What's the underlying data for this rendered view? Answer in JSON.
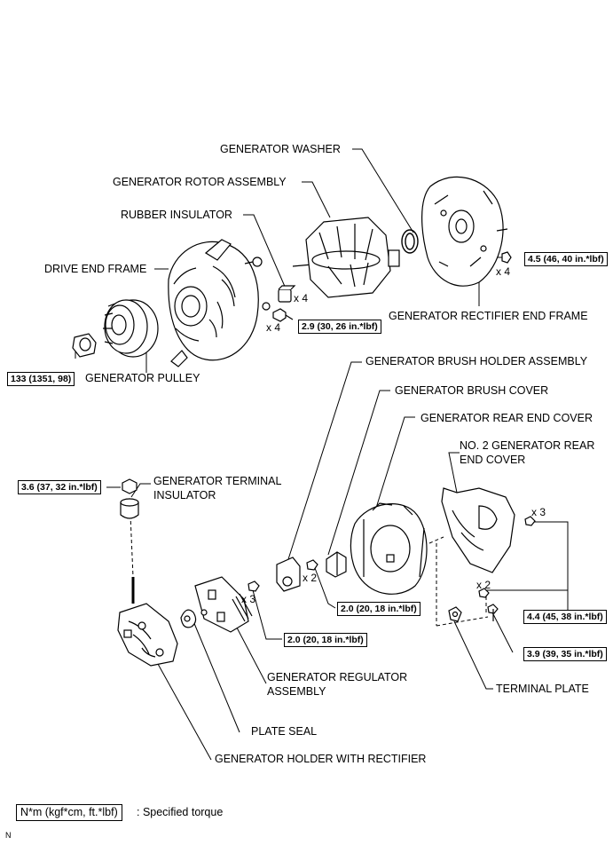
{
  "labels": {
    "generator_washer": "GENERATOR WASHER",
    "generator_rotor_assembly": "GENERATOR ROTOR ASSEMBLY",
    "rubber_insulator": "RUBBER INSULATOR",
    "drive_end_frame": "DRIVE END FRAME",
    "generator_rectifier_end_frame": "GENERATOR RECTIFIER END FRAME",
    "generator_pulley": "GENERATOR PULLEY",
    "generator_brush_holder_assembly": "GENERATOR BRUSH HOLDER ASSEMBLY",
    "generator_brush_cover": "GENERATOR BRUSH COVER",
    "generator_rear_end_cover": "GENERATOR REAR END COVER",
    "no2_rear_end_cover_line1": "NO. 2 GENERATOR REAR",
    "no2_rear_end_cover_line2": "END COVER",
    "terminal_insulator_line1": "GENERATOR TERMINAL",
    "terminal_insulator_line2": "INSULATOR",
    "regulator_line1": "GENERATOR REGULATOR",
    "regulator_line2": "ASSEMBLY",
    "terminal_plate": "TERMINAL PLATE",
    "plate_seal": "PLATE SEAL",
    "holder_with_rectifier": "GENERATOR HOLDER WITH RECTIFIER"
  },
  "torques": {
    "rectifier_end_frame": "4.5 (46, 40 in.*lbf)",
    "rubber_insulator_bolt": "2.9 (30, 26 in.*lbf)",
    "pulley_nut": "133 (1351, 98)",
    "terminal_insulator_nut": "3.6 (37, 32 in.*lbf)",
    "brush_holder": "2.0 (20, 18 in.*lbf)",
    "regulator": "2.0 (20, 18 in.*lbf)",
    "rear_cover": "4.4 (45, 38 in.*lbf)",
    "terminal_plate": "3.9 (39, 35 in.*lbf)"
  },
  "multipliers": {
    "rubber_insulator": "x 4",
    "drive_end_bolt": "x 4",
    "rectifier_end_frame": "x 4",
    "brush_holder": "x 2",
    "regulator": "x 3",
    "rear_cover_nut": "x 3",
    "terminal_plate_nut": "x 2"
  },
  "legend": {
    "box_text": "N*m (kgf*cm, ft.*lbf)",
    "description": ": Specified torque"
  },
  "corner_code": "N"
}
